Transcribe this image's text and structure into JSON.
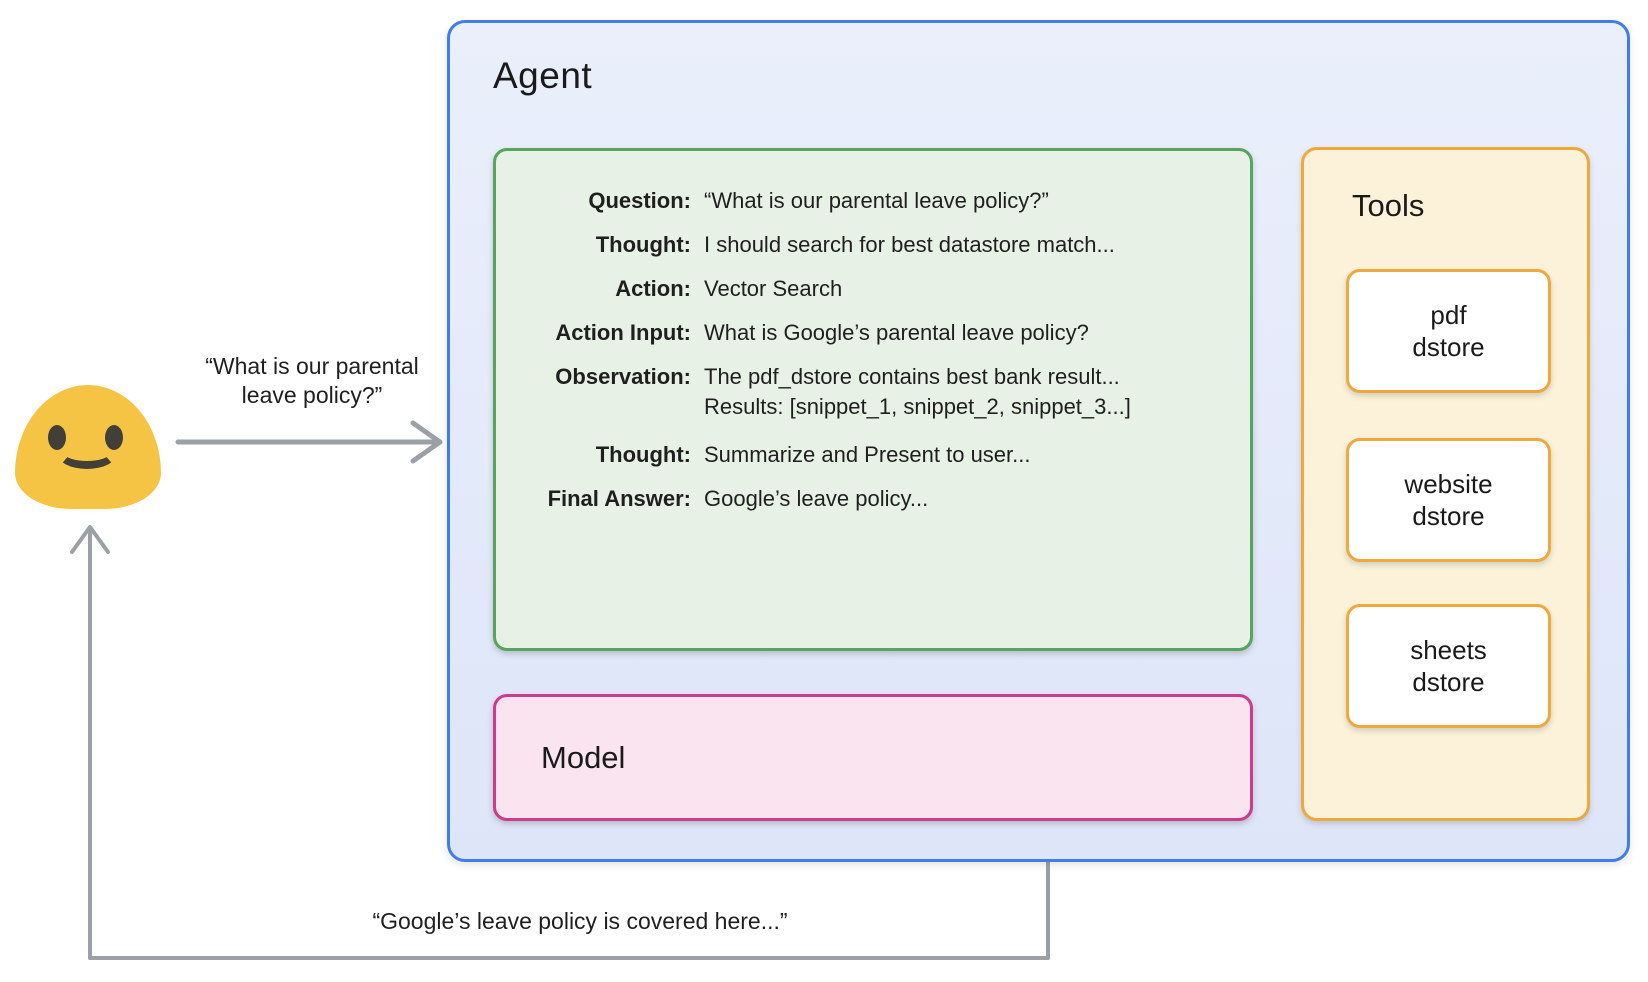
{
  "user_flow": {
    "request_line1": "“What is our parental",
    "request_line2": "leave policy?”",
    "response": "“Google’s leave policy is covered here...”"
  },
  "agent": {
    "title": "Agent",
    "scratchpad": {
      "rows": [
        {
          "label": "Question:",
          "value": "“What is our parental leave policy?”"
        },
        {
          "label": "Thought:",
          "value": "I should search for best datastore match..."
        },
        {
          "label": "Action:",
          "value": "Vector Search"
        },
        {
          "label": "Action Input:",
          "value": "What is Google’s parental leave policy?"
        },
        {
          "label": "Observation:",
          "value": "The pdf_dstore contains best bank result...",
          "value2": "Results: [snippet_1, snippet_2, snippet_3...]"
        },
        {
          "label": "Thought:",
          "value": "Summarize and Present to user..."
        },
        {
          "label": "Final Answer:",
          "value": "Google’s leave policy..."
        }
      ]
    },
    "model": {
      "title": "Model"
    },
    "tools": {
      "title": "Tools",
      "items": [
        {
          "line1": "pdf",
          "line2": "dstore"
        },
        {
          "line1": "website",
          "line2": "dstore"
        },
        {
          "line1": "sheets",
          "line2": "dstore"
        }
      ]
    }
  },
  "icons": {
    "user": "blob-smiley-emoji",
    "request_arrow": "arrow-right",
    "response_arrow": "arrow-up-return",
    "connectors": "dotted-link"
  },
  "colors": {
    "agent_border": "#3e7deb",
    "agent_bg": "#e5ebf9",
    "scratchpad_border": "#56a45d",
    "scratchpad_bg": "#e8f1e5",
    "model_border": "#cf3a8c",
    "model_bg": "#f9e4ef",
    "tools_border": "#eea83e",
    "tools_bg": "#fbf2d9",
    "tool_card_bg": "#ffffff",
    "arrow_gray": "#9aa0a6",
    "dotted_gray": "#8c9196",
    "emoji_yellow": "#f6c445",
    "text": "#1f1f1f"
  }
}
